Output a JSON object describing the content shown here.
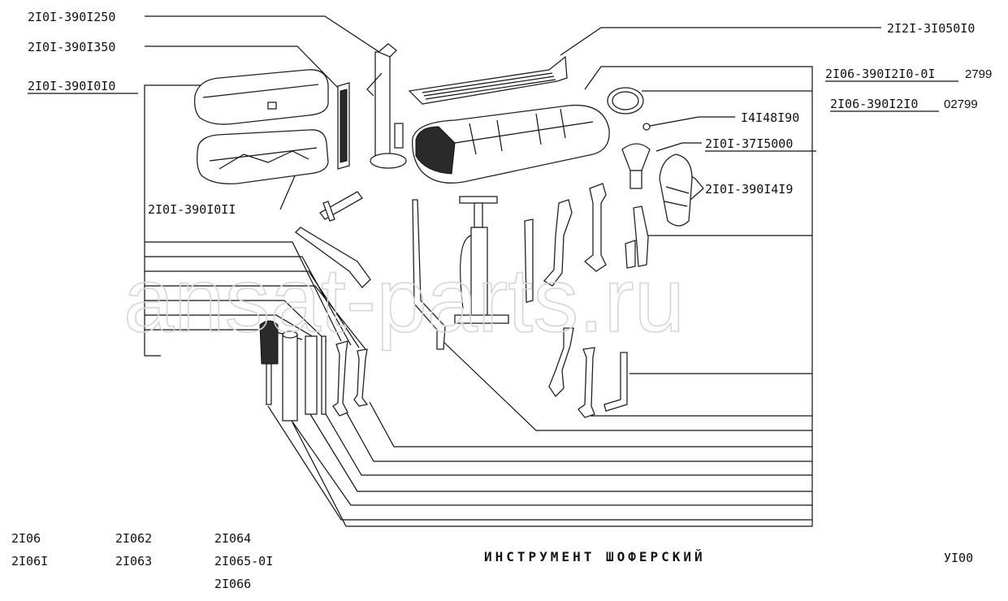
{
  "watermark": "ansat-parts.ru",
  "title": "ИНСТРУМЕНТ ШОФЕРСКИЙ",
  "page_code": "УI00",
  "callouts": {
    "c1": "2I0I-390I250",
    "c2": "2I0I-390I350",
    "c3": "2I0I-390I0I0",
    "c4": "2I0I-390I0II",
    "c5": "2I2I-3I050I0",
    "c6_code": "2I06-390I2I0-0I",
    "c6_num": "2799",
    "c7_code": "2I06-390I2I0",
    "c7_num": "02799",
    "c8": "I4I48I90",
    "c9": "2I0I-37I5000",
    "c10": "2I0I-390I4I9"
  },
  "models": {
    "col1": [
      "2I06",
      "2I06I"
    ],
    "col2": [
      "2I062",
      "2I063"
    ],
    "col3": [
      "2I064",
      "2I065-0I",
      "2I066"
    ]
  },
  "colors": {
    "ink": "#111111",
    "watermark": "#d6d6d6",
    "background": "#ffffff"
  }
}
